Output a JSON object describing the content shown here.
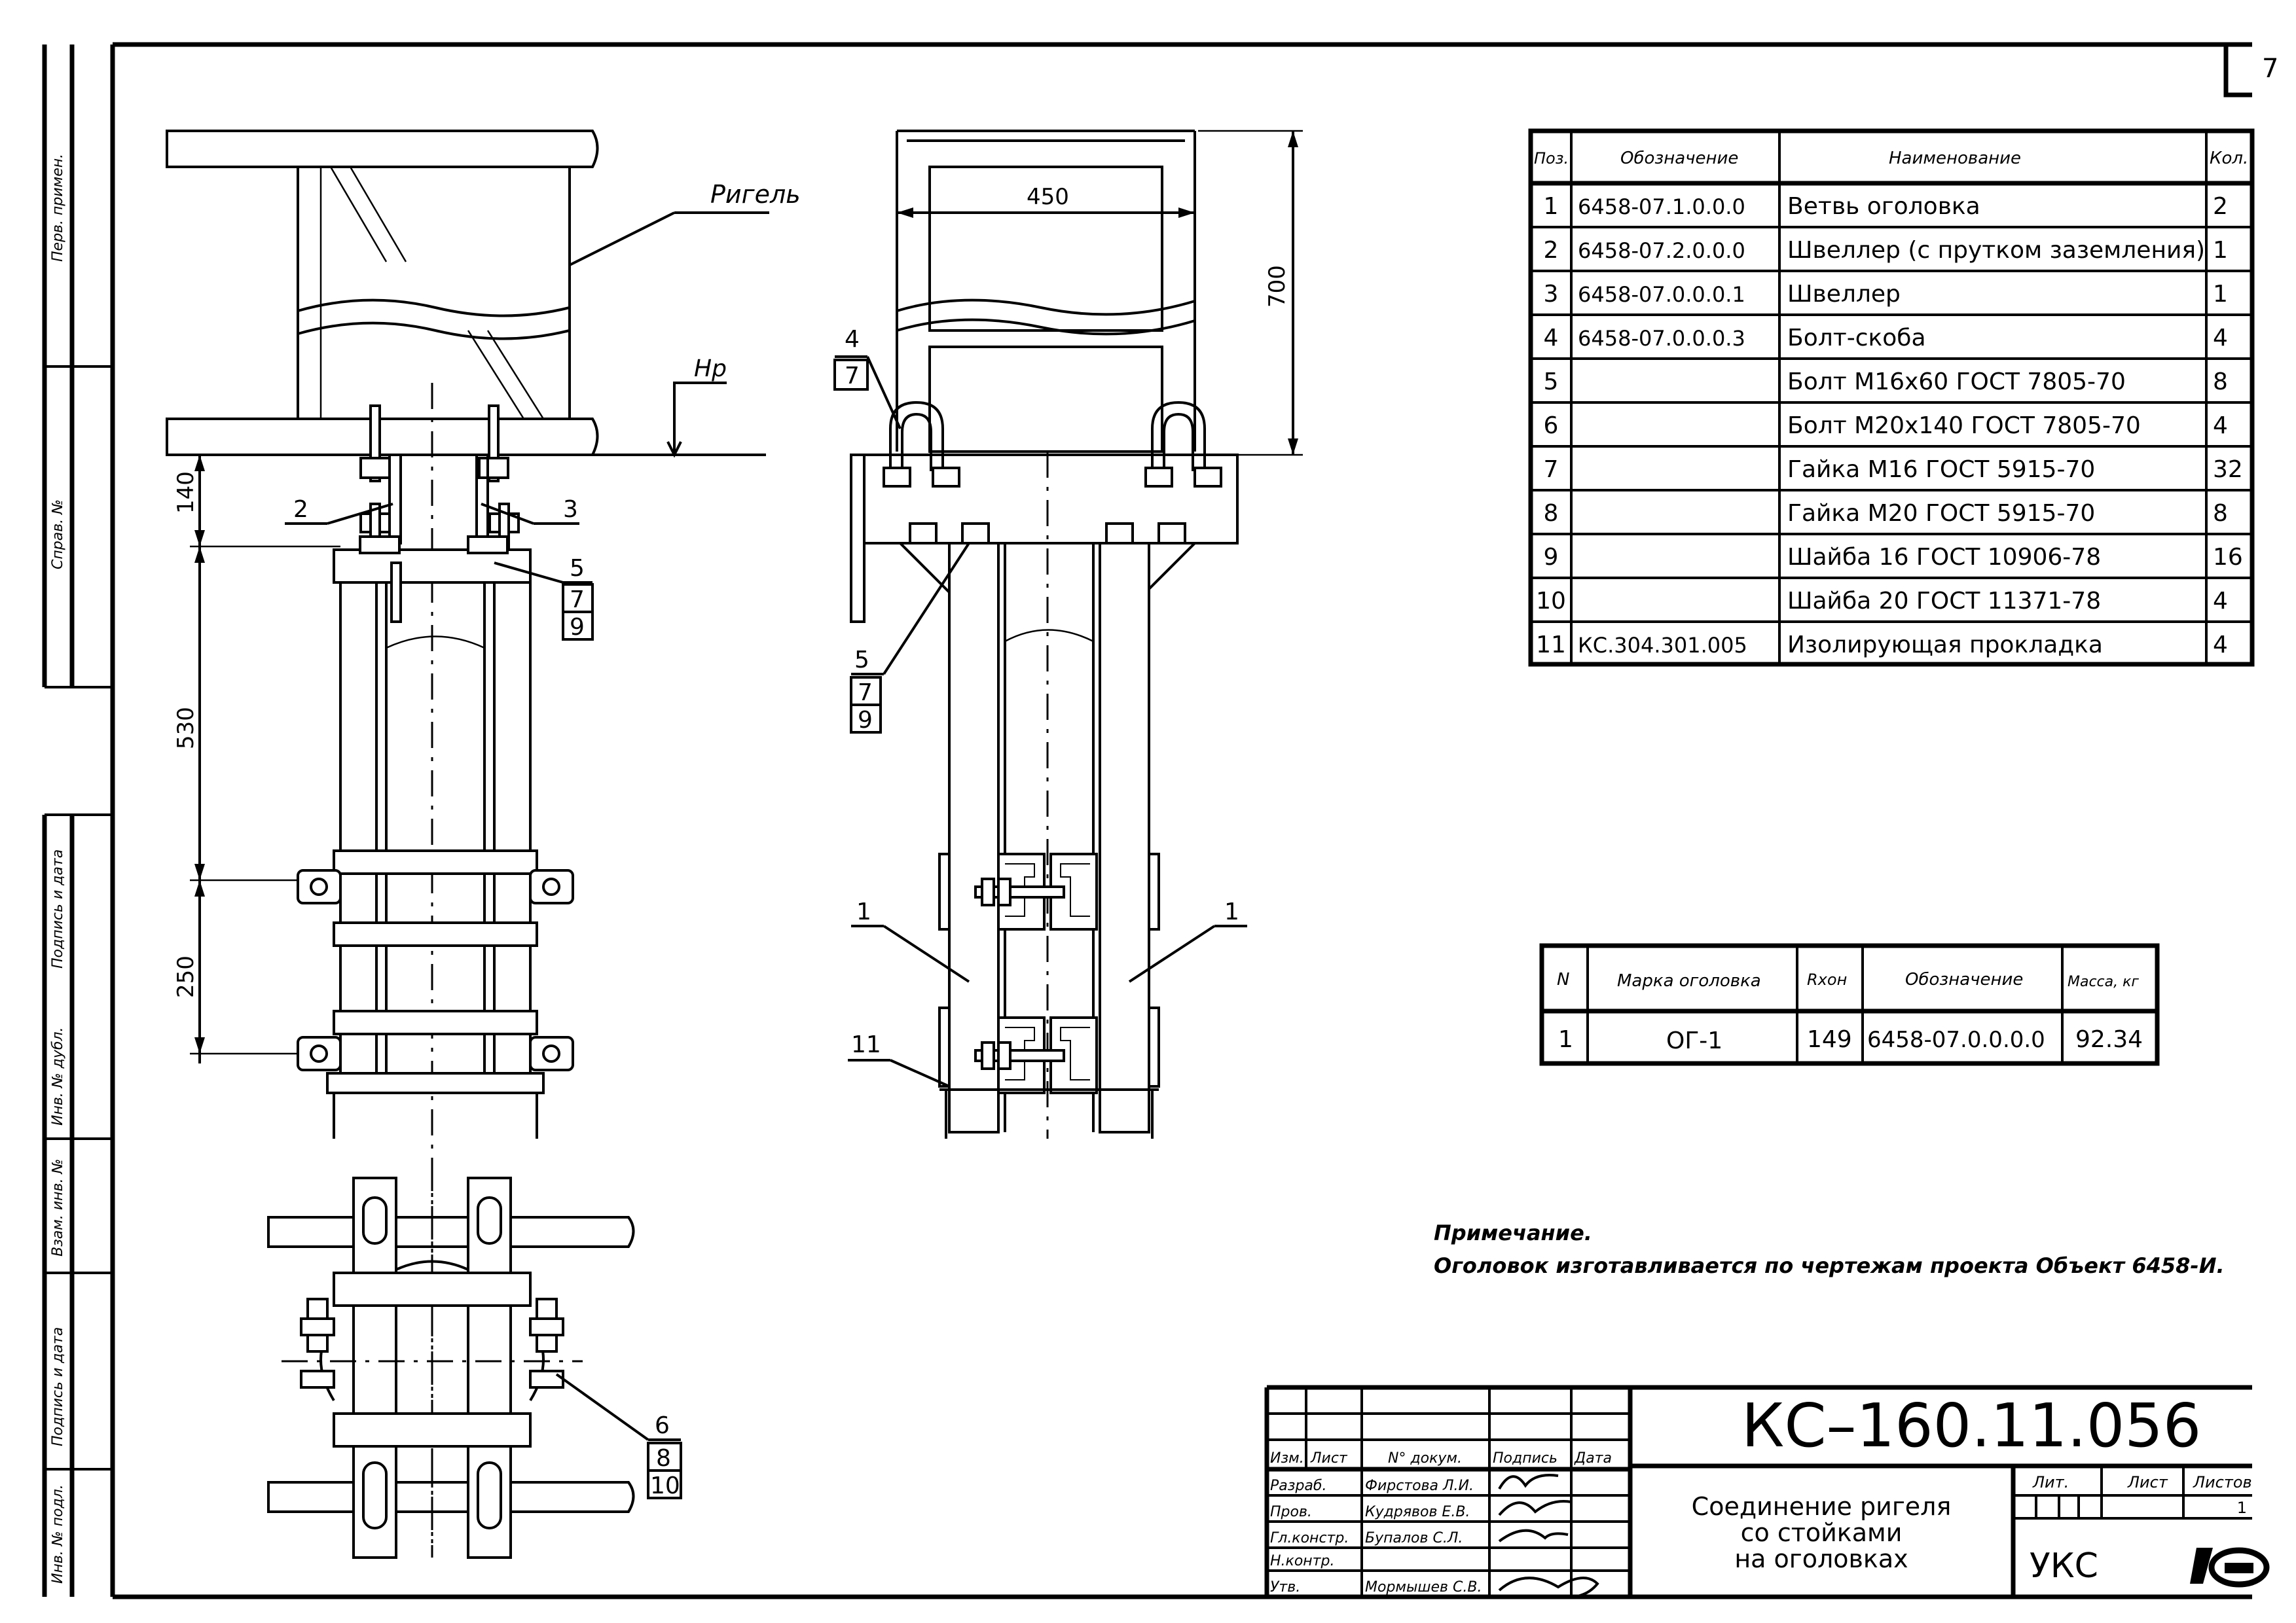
{
  "sheet": {
    "sheet_number": "7",
    "stamp_labels": [
      "Перв. примен.",
      "Справ. №",
      "Подпись и дата",
      "Инв. № дубл.",
      "Взам. инв. №",
      "Подпись и дата",
      "Инв. № подл."
    ]
  },
  "drawing": {
    "label_rigel": "Ригель",
    "label_hr": "Нр",
    "dim_140": "140",
    "dim_530": "530",
    "dim_250": "250",
    "dim_450": "450",
    "dim_700": "700",
    "callouts_left": [
      "2",
      "3"
    ],
    "callout_stack_a": [
      "5",
      "7",
      "9"
    ],
    "callout_stack_b": [
      "4",
      "7"
    ],
    "callout_stack_c": [
      "5",
      "7",
      "9"
    ],
    "callout_1_left": "1",
    "callout_1_right": "1",
    "callout_11": "11",
    "callout_stack_d": [
      "6",
      "8",
      "10"
    ]
  },
  "spec_table": {
    "headers": [
      "Поз.",
      "Обозначение",
      "Наименование",
      "Кол."
    ],
    "rows": [
      [
        "1",
        "6458-07.1.0.0.0",
        "Ветвь оголовка",
        "2"
      ],
      [
        "2",
        "6458-07.2.0.0.0",
        "Швеллер (с прутком заземления)",
        "1"
      ],
      [
        "3",
        "6458-07.0.0.0.1",
        "Швеллер",
        "1"
      ],
      [
        "4",
        "6458-07.0.0.0.3",
        "Болт-скоба",
        "4"
      ],
      [
        "5",
        "",
        "Болт М16х60 ГОСТ 7805-70",
        "8"
      ],
      [
        "6",
        "",
        "Болт М20х140 ГОСТ 7805-70",
        "4"
      ],
      [
        "7",
        "",
        "Гайка М16 ГОСТ 5915-70",
        "32"
      ],
      [
        "8",
        "",
        "Гайка М20 ГОСТ 5915-70",
        "8"
      ],
      [
        "9",
        "",
        "Шайба 16 ГОСТ 10906-78",
        "16"
      ],
      [
        "10",
        "",
        "Шайба 20 ГОСТ 11371-78",
        "4"
      ],
      [
        "11",
        "КС.304.301.005",
        "Изолирующая прокладка",
        "4"
      ]
    ]
  },
  "mark_table": {
    "headers": [
      "N",
      "Марка оголовка",
      "Rхон",
      "Обозначение",
      "Масса, кг"
    ],
    "rows": [
      [
        "1",
        "ОГ-1",
        "149",
        "6458-07.0.0.0.0",
        "92.34"
      ]
    ]
  },
  "note": {
    "title": "Примечание.",
    "text": "Оголовок изготавливается по чертежам проекта Объект 6458-И."
  },
  "title_block": {
    "code": "КС–160.11.056",
    "col_headers": [
      "Изм.",
      "Лист",
      "N° докум.",
      "Подпись",
      "Дата"
    ],
    "roles": [
      "Разраб.",
      "Пров.",
      "Гл.констр.",
      "Н.контр.",
      "Утв."
    ],
    "names": [
      "Фирстова Л.И.",
      "Кудрявов Е.В.",
      "Бупалов С.Л.",
      "",
      "Мормышев С.В."
    ],
    "title_lines": [
      "Соединение ригеля",
      "со стойками",
      "на оголовках"
    ],
    "lit_label": "Лит.",
    "sheet_label": "Лист",
    "sheets_label": "Листов",
    "sheet_value": "1",
    "org": "УКС"
  }
}
